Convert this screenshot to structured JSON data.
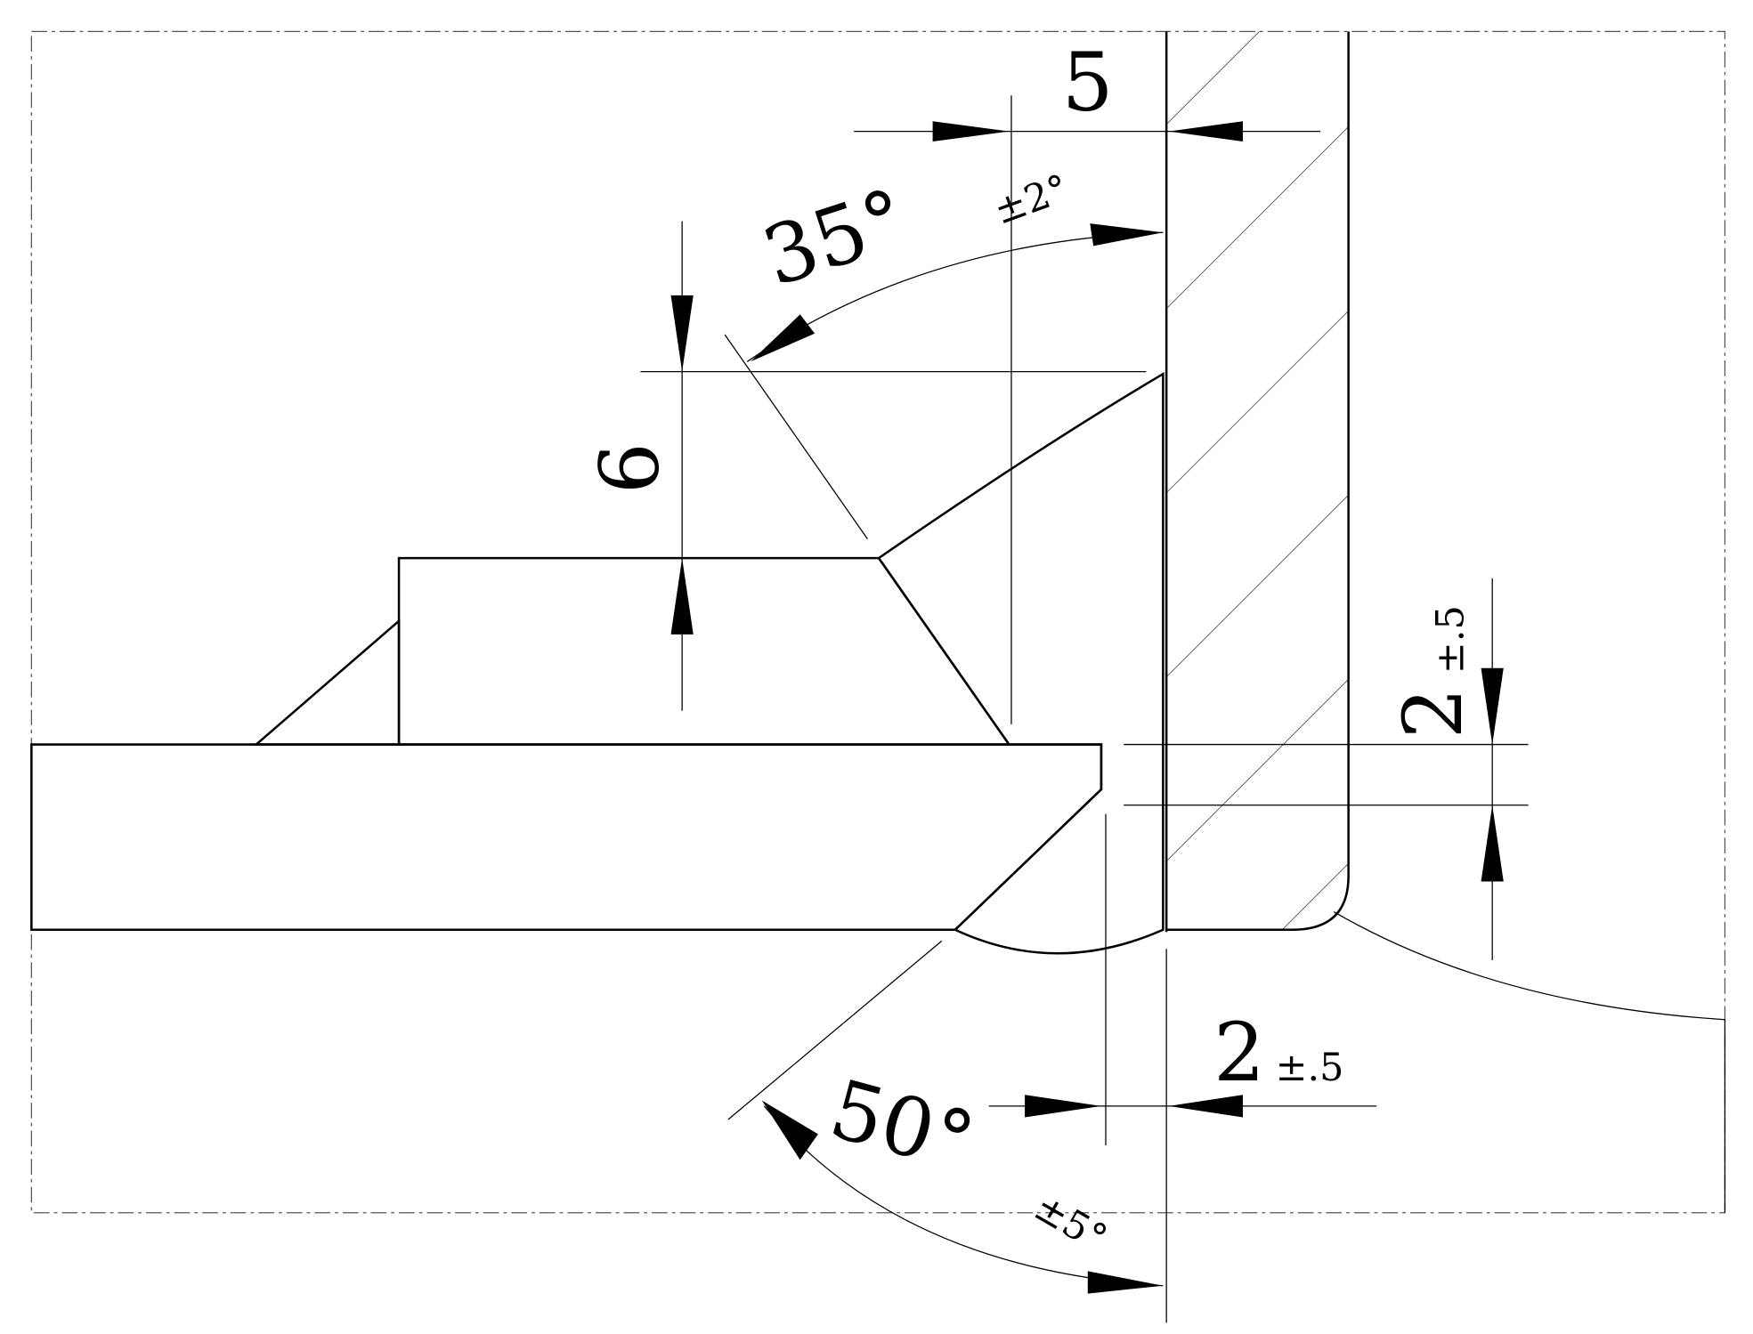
{
  "drawing": {
    "title": "Weld joint detail",
    "dimensions": {
      "gap_top": {
        "value": "5"
      },
      "bevel_angle_top": {
        "value": "35°",
        "tolerance": "±2°"
      },
      "fillet_height": {
        "value": "6"
      },
      "root_face": {
        "value": "2",
        "tolerance": "±.5"
      },
      "root_gap": {
        "value": "2",
        "tolerance": "±.5"
      },
      "bevel_angle_bottom": {
        "value": "50°",
        "tolerance": "±5°"
      }
    },
    "colors": {
      "line": "#000000",
      "frame": "#555555",
      "background": "#ffffff"
    }
  }
}
